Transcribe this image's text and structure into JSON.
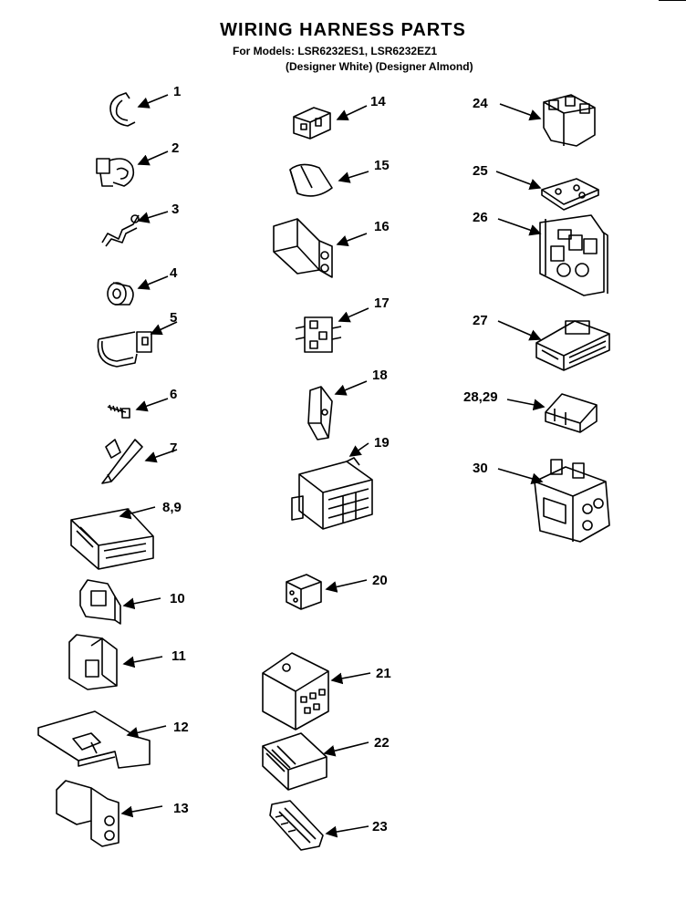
{
  "header": {
    "title": "WIRING HARNESS PARTS",
    "models_line": "For Models: LSR6232ES1, LSR6232EZ1",
    "colors_line": "(Designer White) (Designer Almond)"
  },
  "callouts": [
    {
      "id": "p1",
      "label": "1"
    },
    {
      "id": "p2",
      "label": "2"
    },
    {
      "id": "p3",
      "label": "3"
    },
    {
      "id": "p4",
      "label": "4"
    },
    {
      "id": "p5",
      "label": "5"
    },
    {
      "id": "p6",
      "label": "6"
    },
    {
      "id": "p7",
      "label": "7"
    },
    {
      "id": "p8",
      "label": "8,9"
    },
    {
      "id": "p10",
      "label": "10"
    },
    {
      "id": "p11",
      "label": "11"
    },
    {
      "id": "p12",
      "label": "12"
    },
    {
      "id": "p13",
      "label": "13"
    },
    {
      "id": "p14",
      "label": "14"
    },
    {
      "id": "p15",
      "label": "15"
    },
    {
      "id": "p16",
      "label": "16"
    },
    {
      "id": "p17",
      "label": "17"
    },
    {
      "id": "p18",
      "label": "18"
    },
    {
      "id": "p19",
      "label": "19"
    },
    {
      "id": "p20",
      "label": "20"
    },
    {
      "id": "p21",
      "label": "21"
    },
    {
      "id": "p22",
      "label": "22"
    },
    {
      "id": "p23",
      "label": "23"
    },
    {
      "id": "p24",
      "label": "24"
    },
    {
      "id": "p25",
      "label": "25"
    },
    {
      "id": "p26",
      "label": "26"
    },
    {
      "id": "p27",
      "label": "27"
    },
    {
      "id": "p28",
      "label": "28,29"
    },
    {
      "id": "p30",
      "label": "30"
    }
  ]
}
